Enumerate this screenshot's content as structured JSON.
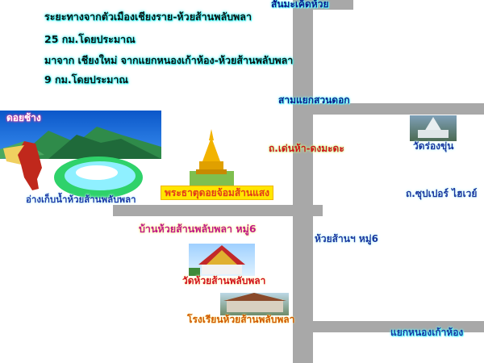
{
  "info": {
    "line1": "ระยะทางจากตัวเมืองเชียงราย-ห้วยส้านพลับพลา",
    "line2": "25 กม.โดยประมาณ",
    "line3": "มาจาก เชียงใหม่ จากแยกหนองเก้าห้อง-ห้วยส้านพลับพลา",
    "line4": "9 กม.โดยประมาณ"
  },
  "places": {
    "top_road": "สันมะเค็ดห้วย",
    "junction_suan": "สามแยกสวนดอก",
    "mountain": "ดอยช้าง",
    "reservoir": "อ่างเก็บน้ำห้วยส้านพลับพลา",
    "temple_doi": "พระธาตุดอยจ้อมส้านแสง",
    "village6_left": "บ้านห้วยส้านพลับพลา หมู่6",
    "road_name": "ถ.เด่นห้า-ดงมะดะ",
    "wat_rongkhun": "วัดร่องขุ่น",
    "superhighway": "ถ.ซุปเปอร์ ไฮเวย์",
    "village6_right": "ห้วยส้านฯ หมู่6",
    "wat_huaisan": "วัดห้วยส้านพลับพลา",
    "school": "โรงเรียนห้วยส้านพลับพลา",
    "bottom_junction": "แยกหนองเก้าห้อง"
  },
  "colors": {
    "road": "#a8a8a8",
    "glow": "#66ffff",
    "temple_gold": "#f2b300"
  }
}
